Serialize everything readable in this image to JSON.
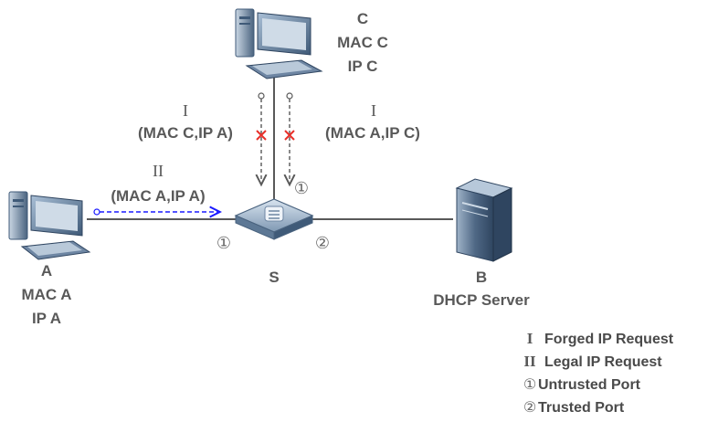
{
  "nodes": {
    "a": {
      "name": "A",
      "mac": "MAC A",
      "ip": "IP A"
    },
    "b": {
      "name": "B",
      "role": "DHCP Server"
    },
    "c": {
      "name": "C",
      "mac": "MAC C",
      "ip": "IP C"
    },
    "s": {
      "name": "S"
    }
  },
  "flows": {
    "forged_left": {
      "roman": "I",
      "label": "(MAC C,IP A)"
    },
    "forged_right": {
      "roman": "I",
      "label": "(MAC A,IP C)"
    },
    "legal": {
      "roman": "II",
      "label": "(MAC A,IP A)"
    }
  },
  "ports": {
    "untrusted_marker": "①",
    "trusted_marker": "②"
  },
  "legend": [
    {
      "symbol": "I",
      "text": "Forged IP Request"
    },
    {
      "symbol": "II",
      "text": "Legal IP Request"
    },
    {
      "symbol": "①",
      "text": "Untrusted Port"
    },
    {
      "symbol": "②",
      "text": "Trusted Port"
    }
  ],
  "colors": {
    "line": "#595959",
    "dashed": "#595959",
    "legal_arrow": "#1a1aff",
    "cross": "#e8302a",
    "device_dark": "#3a5068",
    "device_light": "#8fa8c2"
  }
}
